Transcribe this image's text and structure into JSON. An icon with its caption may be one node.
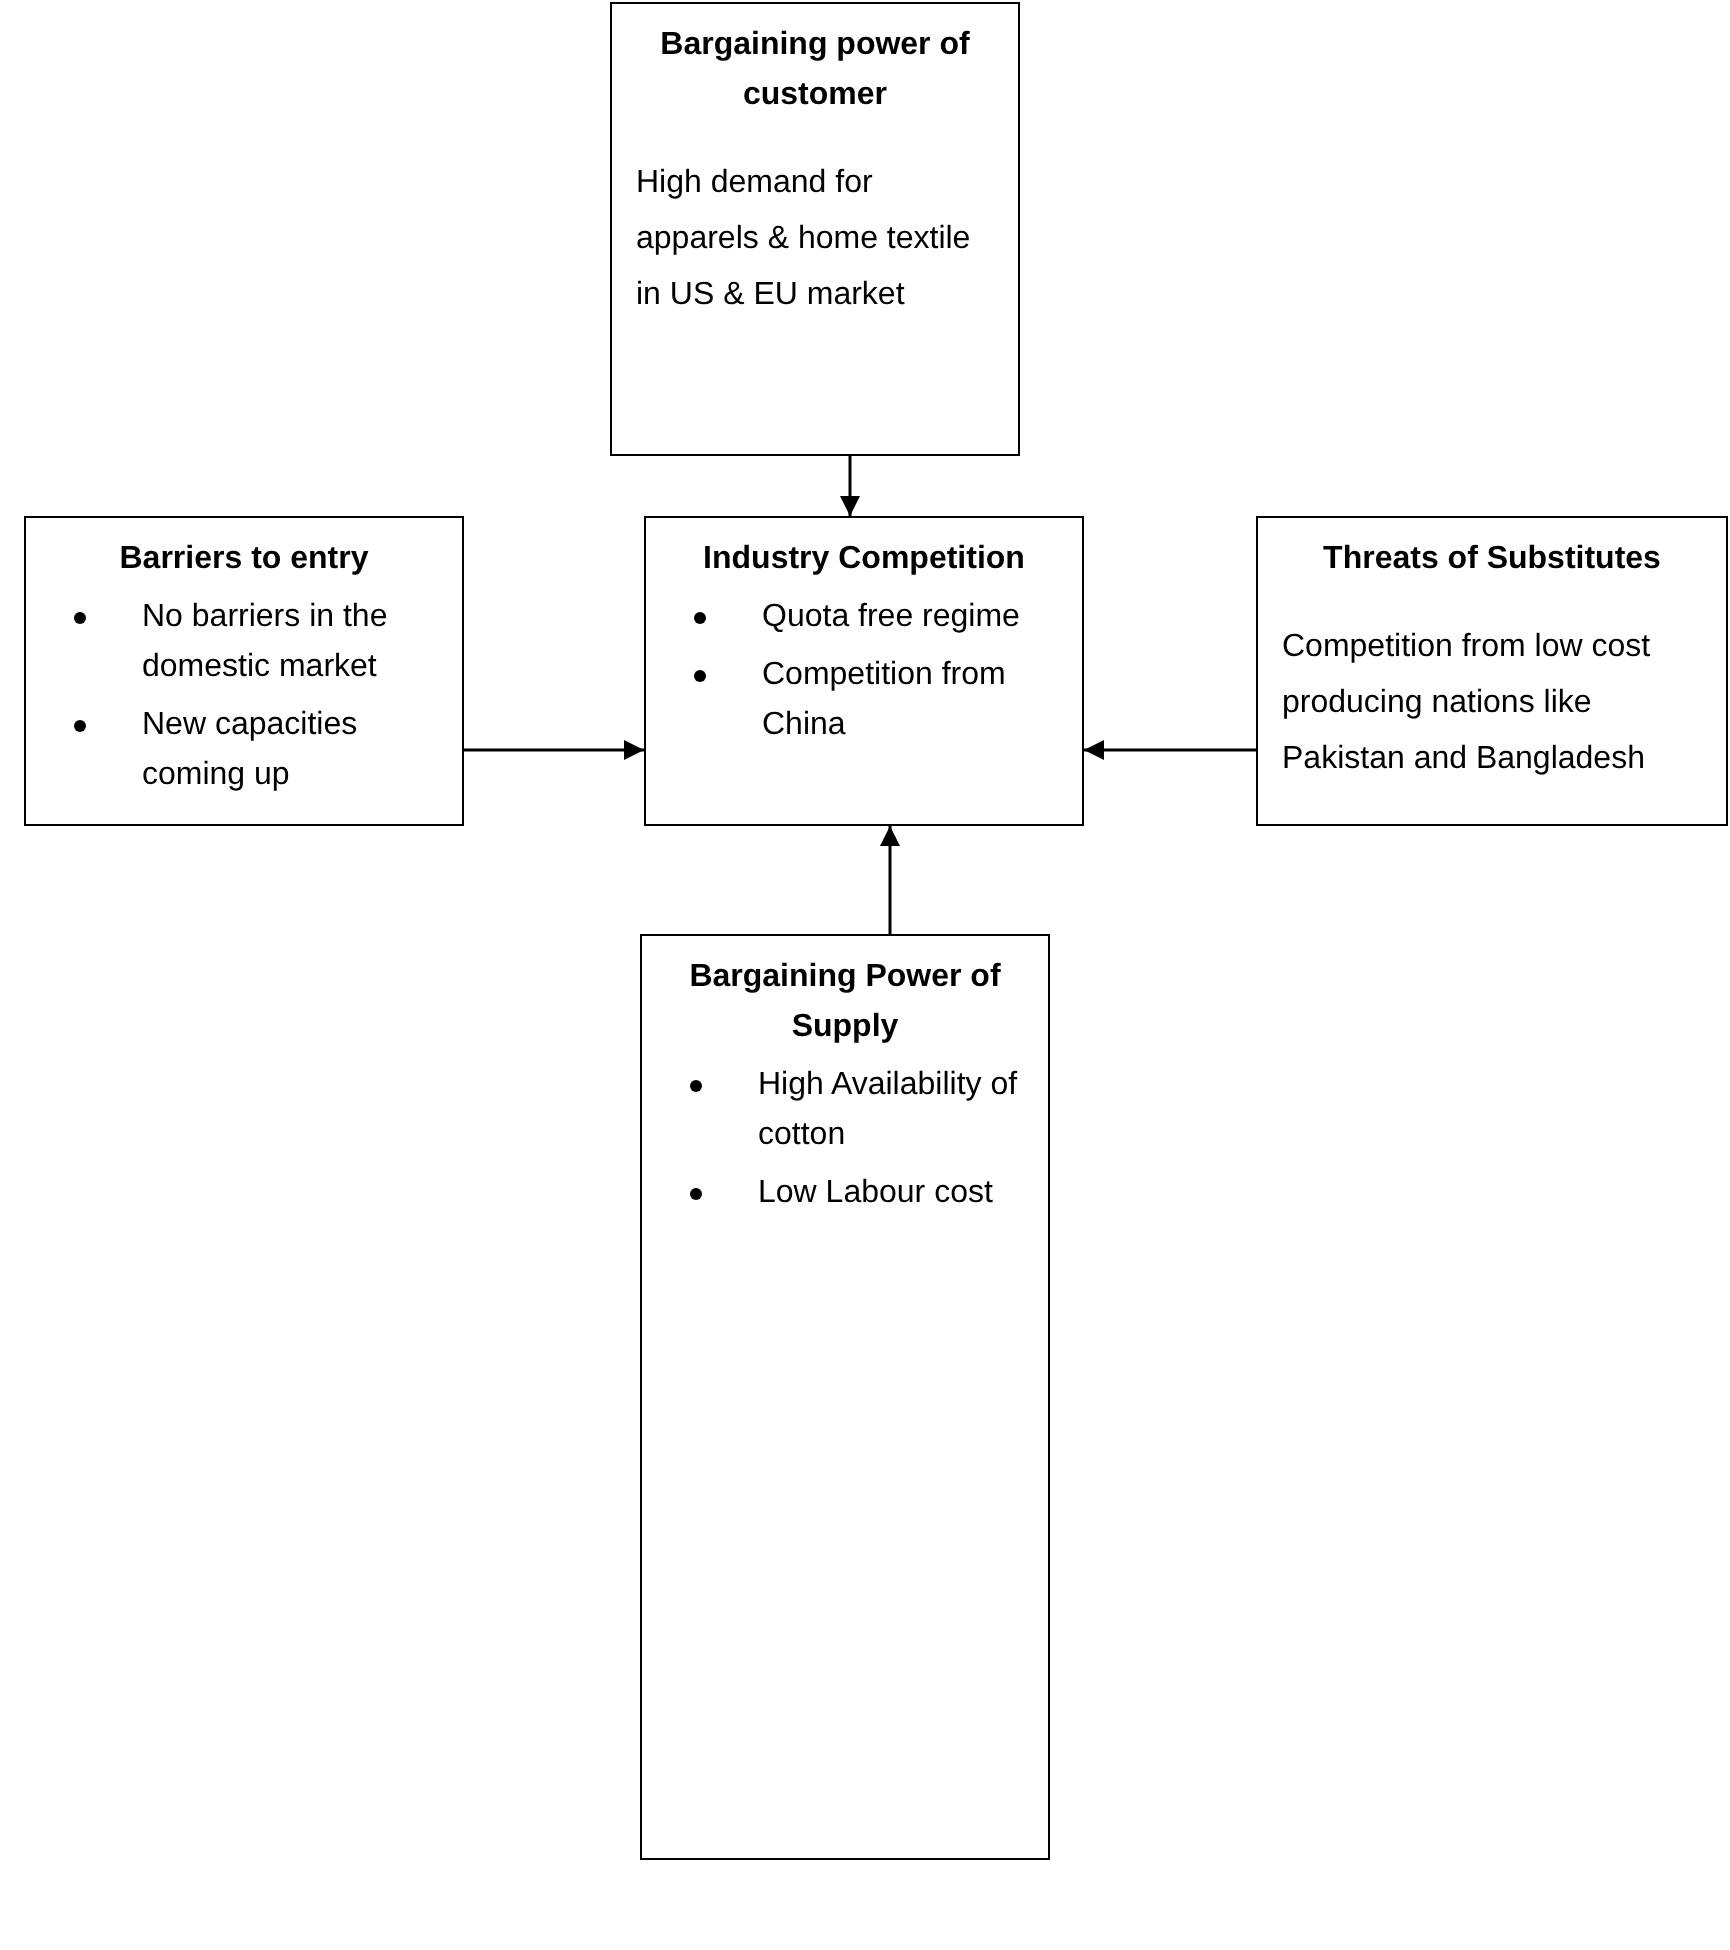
{
  "diagram": {
    "nodes": [
      {
        "text": [
          "Bargaining power of customer",
          "High demand for apparels & home textile in US & EU market"
        ]
      },
      {
        "text": [
          "Barriers to entry",
          "No barriers in the domestic market",
          "New capacities coming up"
        ]
      },
      {
        "text": [
          "Industry Competition",
          "Quota free regime",
          "Competition from China"
        ]
      },
      {
        "text": [
          "Threats of Substitutes",
          "Competition from low cost producing nations like Pakistan and Bangladesh"
        ]
      },
      {
        "text": [
          "Bargaining Power of Supply",
          "High Availability of cotton",
          "Low Labour cost"
        ]
      }
    ],
    "edges": [
      {
        "from": 0,
        "to": 2,
        "arrow": "to"
      },
      {
        "from": 1,
        "to": 2,
        "arrow": "to"
      },
      {
        "from": 3,
        "to": 2,
        "arrow": "to"
      },
      {
        "from": 4,
        "to": 2,
        "arrow": "to"
      }
    ]
  }
}
